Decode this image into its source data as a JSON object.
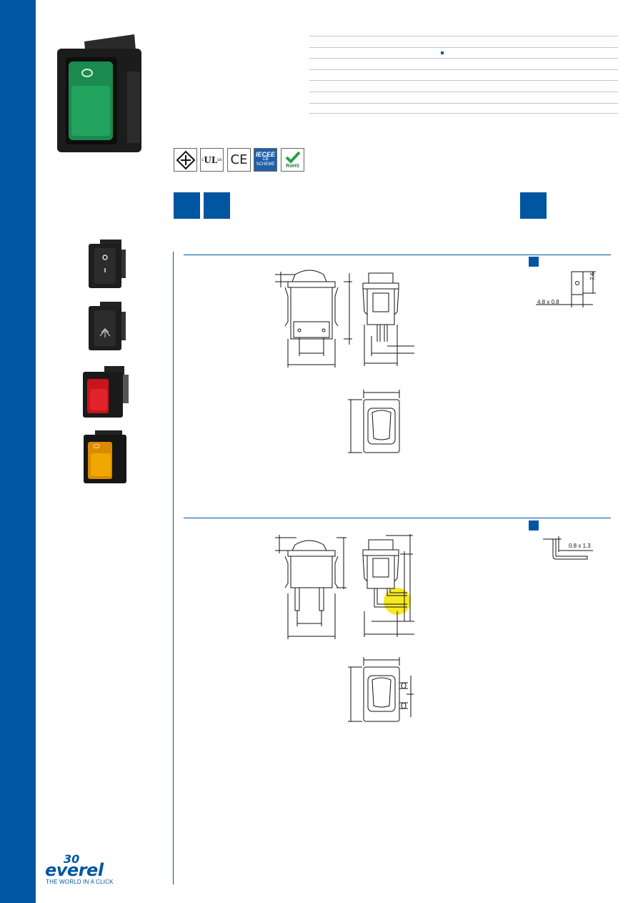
{
  "certifications": [
    {
      "name": "enec-mark-icon",
      "label": ""
    },
    {
      "name": "ul-mark-icon",
      "label": "c UL us"
    },
    {
      "name": "ce-mark-icon",
      "label": "CE"
    },
    {
      "name": "iecee-mark-icon",
      "label": "IECEE CB SCHEME"
    },
    {
      "name": "rohs-mark-icon",
      "label": "RoHS"
    }
  ],
  "drawing1": {
    "terminal_dim": "4.8 x 0.8",
    "height_dim": "7.6"
  },
  "drawing2": {
    "terminal_dim": "0.8 x 1.3"
  },
  "logo": {
    "number": "30",
    "brand": "everel",
    "tagline": "THE WORLD IN A CLICK"
  },
  "colors": {
    "brand_blue": "#0056a0",
    "highlight": "#f5e400"
  }
}
